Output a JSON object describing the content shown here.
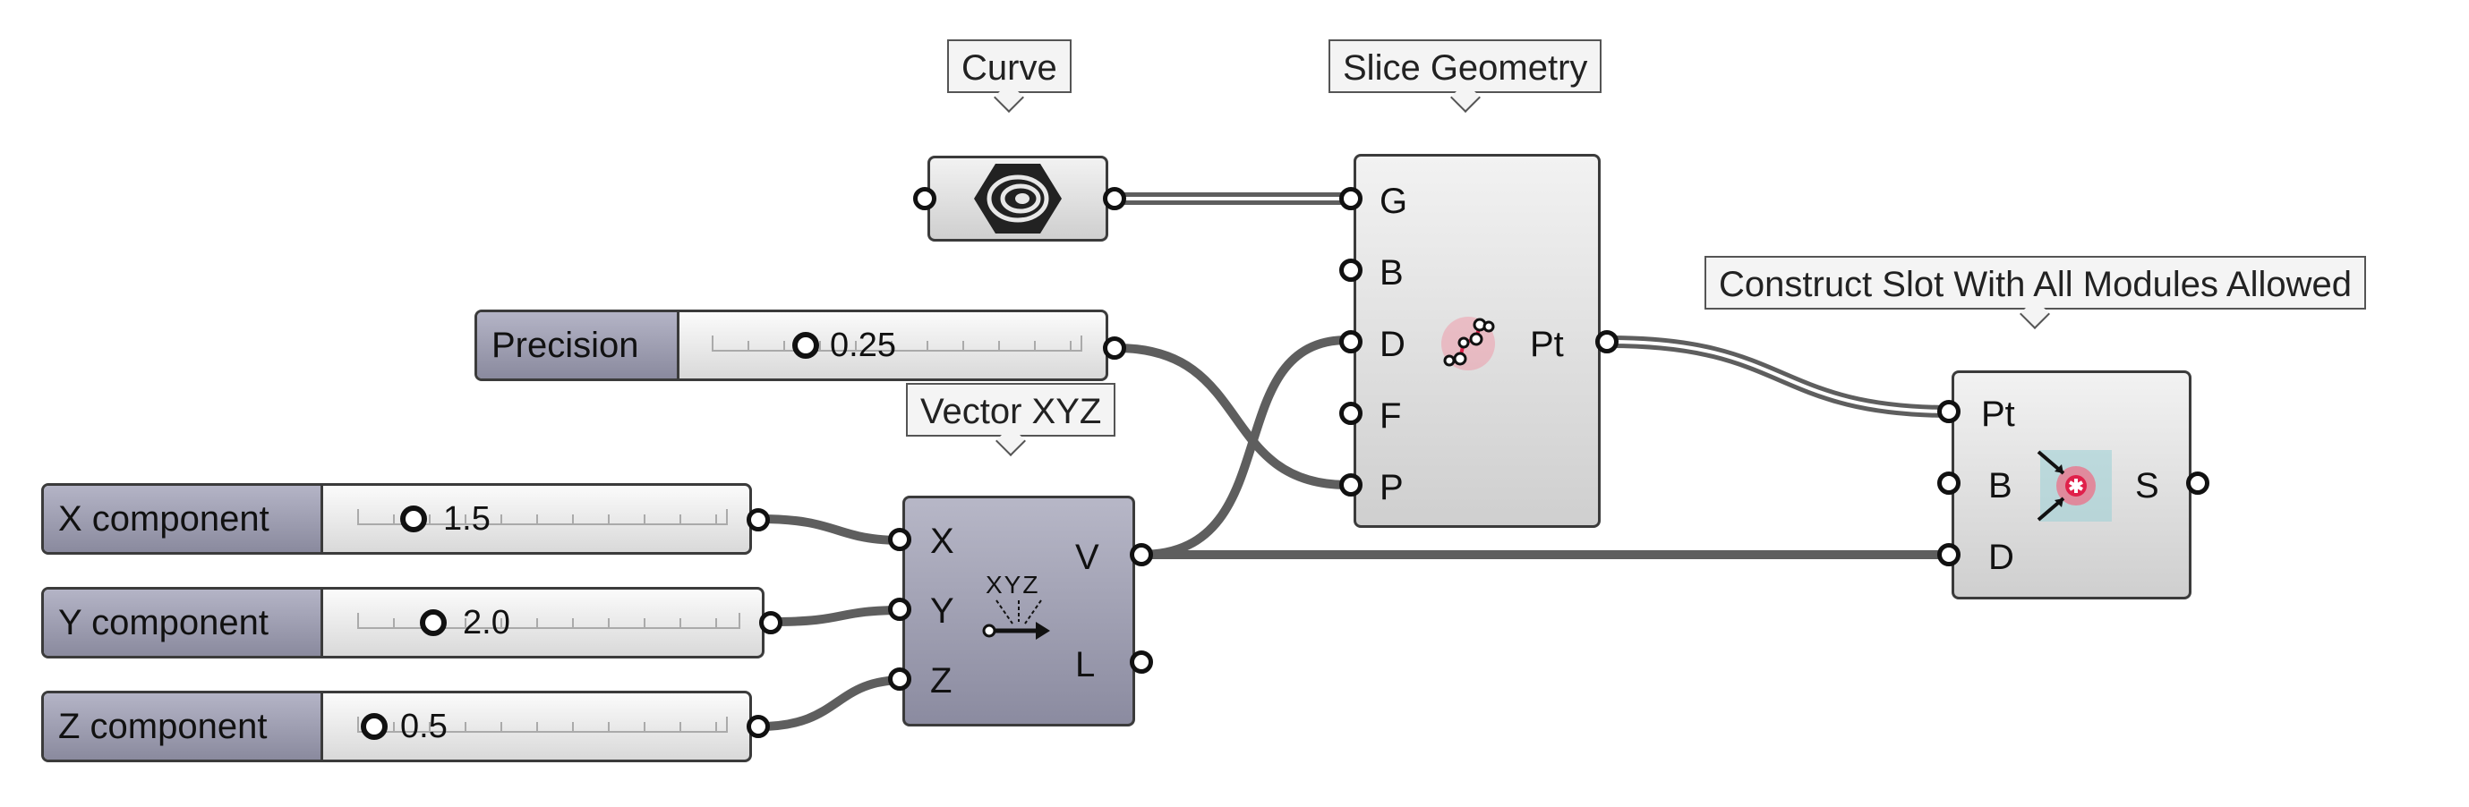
{
  "callouts": {
    "curve": "Curve",
    "slice": "Slice Geometry",
    "construct": "Construct Slot With All Modules Allowed",
    "vector": "Vector XYZ"
  },
  "slice_component": {
    "inputs": [
      "G",
      "B",
      "D",
      "F",
      "P"
    ],
    "output": "Pt"
  },
  "vector_component": {
    "inputs": [
      "X",
      "Y",
      "Z"
    ],
    "outputs": [
      "V",
      "L"
    ],
    "icon_text": "XYZ"
  },
  "construct_component": {
    "inputs": [
      "Pt",
      "B",
      "D"
    ],
    "output": "S"
  },
  "sliders": [
    {
      "name": "Precision",
      "value": "0.25",
      "fraction": 0.25
    },
    {
      "name": "X component",
      "value": "1.5",
      "fraction": 0.15
    },
    {
      "name": "Y component",
      "value": "2.0",
      "fraction": 0.2
    },
    {
      "name": "Z component",
      "value": "0.5",
      "fraction": 0.05
    }
  ],
  "icons": {
    "curve_param": "curve-spiral-hex-icon",
    "slice": "slice-points-icon",
    "vector": "vector-xyz-icon",
    "construct": "slot-construct-icon"
  },
  "colors": {
    "wire": "#5e5e5e",
    "component_light": "#dcdcdc",
    "component_dark": "#9a9aae",
    "accent_red": "#e0204a"
  }
}
